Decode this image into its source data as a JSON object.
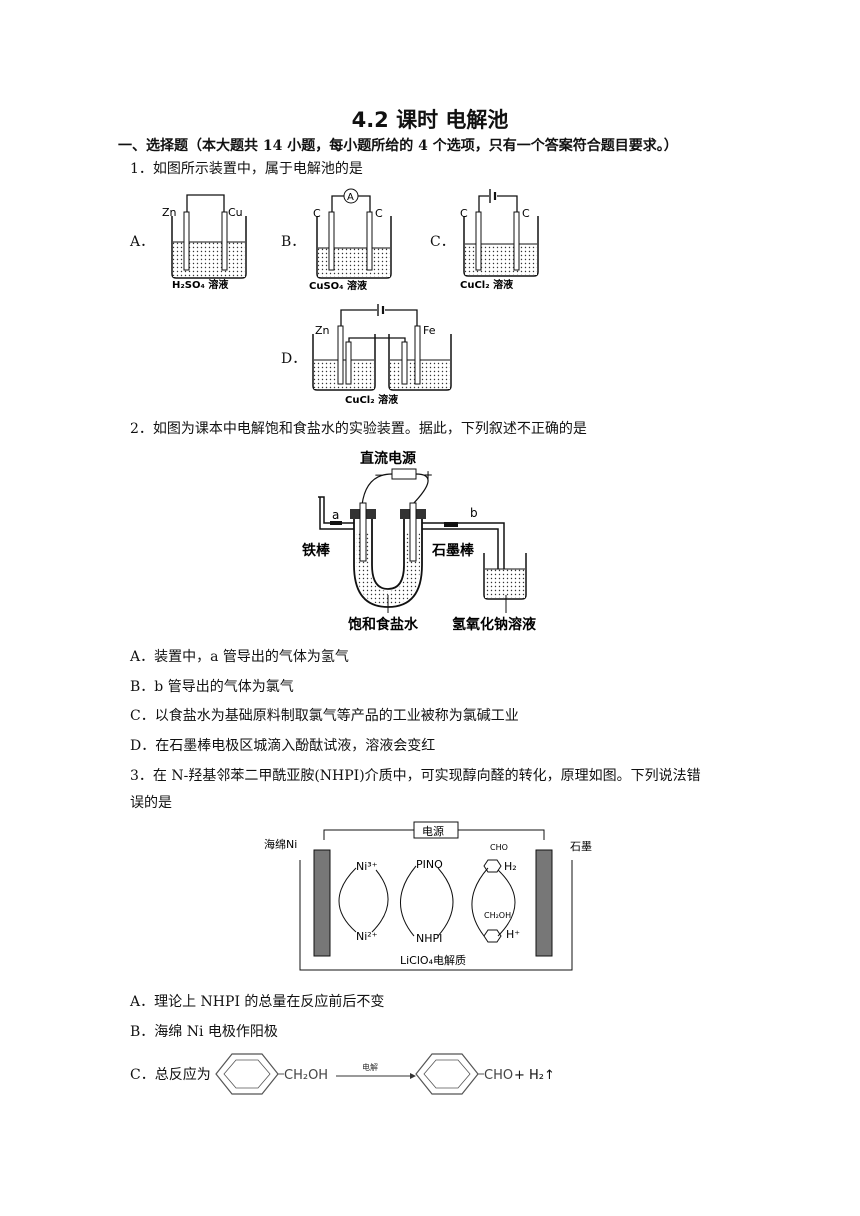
{
  "title": "4.2 课时  电解池",
  "section": "一、选择题（本大题共 14 小题，每小题所给的 4 个选项，只有一个答案符合题目要求。）",
  "q1": {
    "stem": "1．如图所示装置中，属于电解池的是",
    "options": [
      "A．",
      "B．",
      "C．",
      "D．"
    ],
    "fig_a": {
      "left": "Zn",
      "right": "Cu",
      "solution": "H₂SO₄ 溶液"
    },
    "fig_b": {
      "left": "C",
      "right": "C",
      "meter": "A",
      "solution": "CuSO₄ 溶液"
    },
    "fig_c": {
      "left": "C",
      "right": "C",
      "solution": "CuCl₂ 溶液"
    },
    "fig_d": {
      "left": "Zn",
      "right": "Fe",
      "solution": "CuCl₂ 溶液"
    }
  },
  "q2": {
    "stem": "2．如图为课本中电解饱和食盐水的实验装置。据此，下列叙述不正确的是",
    "fig": {
      "power": "直流电源",
      "minus": "−",
      "plus": "+",
      "tube_a": "a",
      "tube_b": "b",
      "iron": "铁棒",
      "graphite": "石墨棒",
      "brine": "饱和食盐水",
      "naoh": "氢氧化钠溶液"
    },
    "options": [
      "A．装置中，a 管导出的气体为氢气",
      "B．b 管导出的气体为氯气",
      "C．以食盐水为基础原料制取氯气等产品的工业被称为氯碱工业",
      "D．在石墨棒电极区城滴入酚酞试液，溶液会变红"
    ]
  },
  "q3": {
    "stem_line1": "3．在 N-羟基邻苯二甲酰亚胺(NHPI)介质中，可实现醇向醛的转化，原理如图。下列说法错",
    "stem_line2": "误的是",
    "fig": {
      "power": "电源",
      "left_electrode": "海绵Ni",
      "right_electrode": "石墨",
      "ni3": "Ni³⁺",
      "ni2": "Ni²⁺",
      "pino": "PINO",
      "nhpi": "NHPI",
      "cho": "CHO",
      "h2": "H₂",
      "ch2oh": "CH₂OH",
      "hplus": "H⁺",
      "electrolyte": "LiClO₄电解质"
    },
    "options": [
      "A．理论上 NHPI 的总量在反应前后不变",
      "B．海绵 Ni 电极作阳极"
    ],
    "option_c": {
      "label": "C．总反应为",
      "reactant_group": "CH₂OH",
      "arrow_label": "电解",
      "product_group": "CHO",
      "plus_product": "+ H₂↑"
    }
  }
}
